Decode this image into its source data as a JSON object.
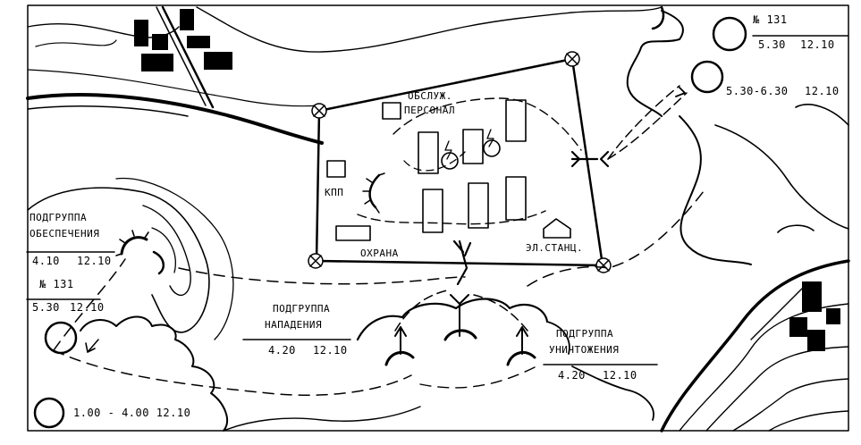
{
  "labels": {
    "num_top": "№ 131",
    "time_top_a": "5.30",
    "time_top_b": "12.10",
    "time_right_a": "5.30-6.30",
    "time_right_b": "12.10",
    "obsluzh_1": "ОБСЛУЖ.",
    "obsluzh_2": "ПЕРСОНАЛ",
    "kpp": "КПП",
    "okhrana": "ОХРАНА",
    "el_stants": "ЭЛ.СТАНЦ.",
    "podgruppa_obesp_1": "ПОДГРУППА",
    "podgruppa_obesp_2": "ОБЕСПЕЧЕНИЯ",
    "obesp_time_a": "4.10",
    "obesp_time_b": "12.10",
    "num_left": "№ 131",
    "left_time_a": "5.30",
    "left_time_b": "12.10",
    "podgruppa_napad_1": "ПОДГРУППА",
    "podgruppa_napad_2": "НАПАДЕНИЯ",
    "napad_time_a": "4.20",
    "napad_time_b": "12.10",
    "podgruppa_unichtozh_1": "ПОДГРУППА",
    "podgruppa_unichtozh_2": "УНИЧТОЖЕНИЯ",
    "unichtozh_time_a": "4.20",
    "unichtozh_time_b": "12.10",
    "bottom_left_time": "1.00 - 4.00 12.10"
  },
  "colors": {
    "ink": "#000000",
    "paper": "#ffffff"
  }
}
